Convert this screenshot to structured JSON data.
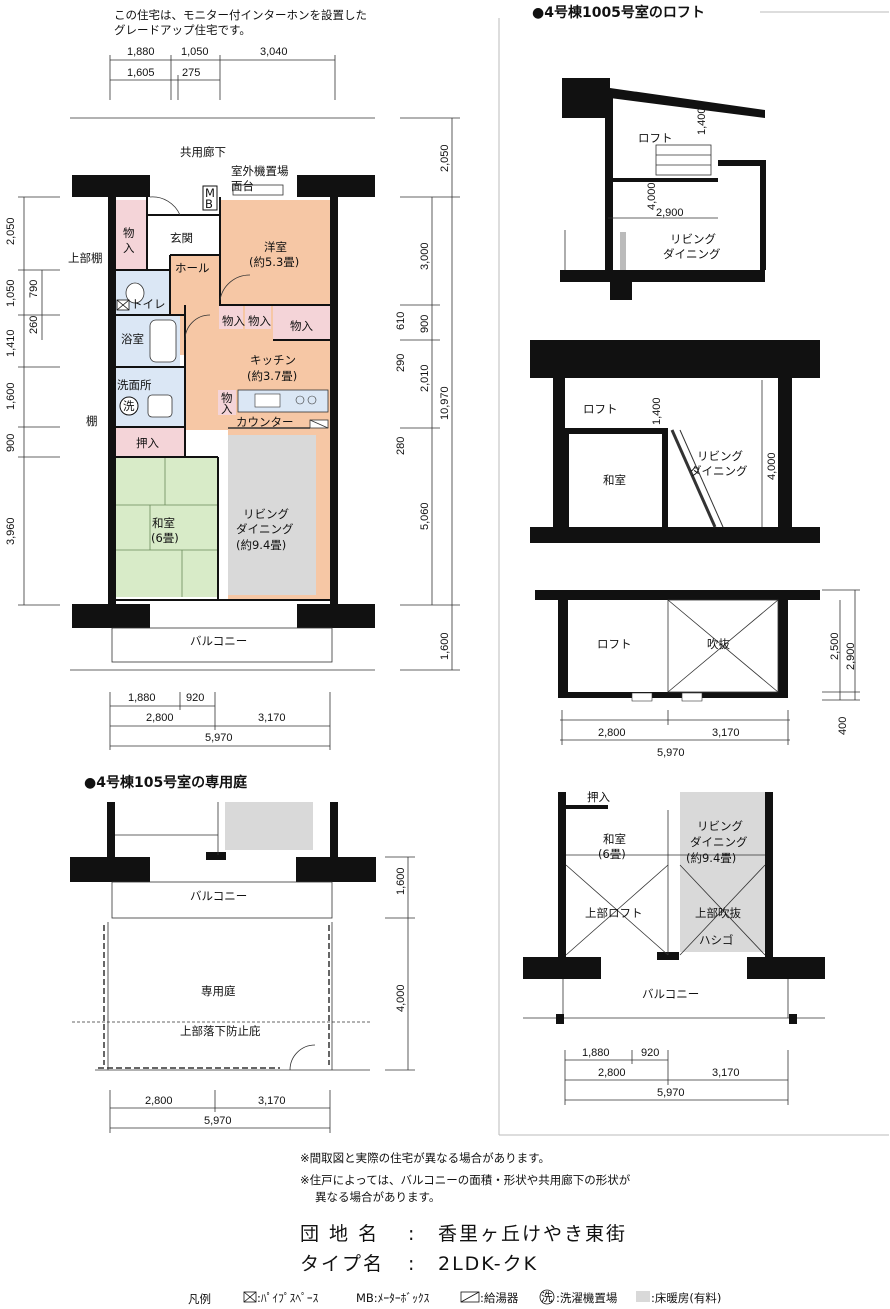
{
  "intro_note": [
    "この住宅は、モニター付インターホンを設置した",
    "グレードアップ住宅です。"
  ],
  "main_plan": {
    "corridor": "共用廊下",
    "outdoor_unit": "室外機置場",
    "washbasin": "面台",
    "meter_box": [
      "M",
      "B"
    ],
    "storage": "物入",
    "entrance": "玄関",
    "western_room": [
      "洋室",
      "(約5.3畳)"
    ],
    "hall": "ホール",
    "upper_shelf": "上部棚",
    "toilet": "トイレ",
    "bath": "浴室",
    "washroom": "洗面所",
    "wash": "洗",
    "kitchen": [
      "キッチン",
      "(約3.7畳)"
    ],
    "counter": "カウンター",
    "shelf": "棚",
    "oshiire": "押入",
    "japanese_room": [
      "和室",
      "(6畳)"
    ],
    "living": [
      "リビング",
      "ダイニング",
      "(約9.4畳)"
    ],
    "balcony": "バルコニー",
    "top_dims": [
      "1,880",
      "1,050",
      "3,040",
      "1,605",
      "275"
    ],
    "bottom_dims": [
      "1,880",
      "920",
      "2,800",
      "3,170",
      "5,970"
    ],
    "left_dims": [
      "2,050",
      "1,050",
      "1,410",
      "1,600",
      "900",
      "3,960",
      "790",
      "260"
    ],
    "right_dims": [
      "2,050",
      "3,000",
      "900",
      "610",
      "290",
      "2,010",
      "10,970",
      "280",
      "5,060",
      "1,600"
    ]
  },
  "loft_section": {
    "title": "●4号棟1005号室のロフト",
    "loft": "ロフト",
    "living": [
      "リビング",
      "ダイニング"
    ],
    "japanese_room": "和室",
    "void": "吹抜",
    "dims": [
      "1,400",
      "4,000",
      "2,900",
      "1,400",
      "4,000",
      "2,500",
      "2,900",
      "400",
      "2,800",
      "3,170",
      "5,970",
      "1,880",
      "920",
      "2,800",
      "3,170",
      "5,970"
    ],
    "plan_labels": {
      "oshiire": "押入",
      "japanese_room": [
        "和室",
        "(6畳)"
      ],
      "living": [
        "リビング",
        "ダイニング",
        "(約9.4畳)"
      ],
      "upper_loft": "上部ロフト",
      "upper_void": "上部吹抜",
      "ladder": "ハシゴ",
      "balcony": "バルコニー"
    }
  },
  "garden_section": {
    "title": "●4号棟105号室の専用庭",
    "balcony": "バルコニー",
    "garden": "専用庭",
    "fall_protection": "上部落下防止庇",
    "dims": [
      "1,600",
      "4,000",
      "2,800",
      "3,170",
      "5,970"
    ]
  },
  "notes": [
    "※間取図と実際の住宅が異なる場合があります。",
    "※住戸によっては、バルコニーの面積・形状や共用廊下の形状が",
    "異なる場合があります。"
  ],
  "estate_label": "団 地 名",
  "estate_value": "香里ヶ丘けやき東街",
  "type_label": "タイプ名",
  "type_value": "2LDK-クK",
  "sep": ":",
  "legend": {
    "title": "凡例",
    "pipe_space": ":ﾊﾟｲﾌﾟｽﾍﾟｰｽ",
    "mb": "MB:ﾒｰﾀｰﾎﾞｯｸｽ",
    "water_heater": ":給湯器",
    "wash_sym": "洗",
    "washer": ":洗濯機置場",
    "floor_heating": ":床暖房(有料)"
  },
  "colors": {
    "western": "#f6c7a5",
    "tatami": "#d8ebc8",
    "storage_pink": "#f4d4d8",
    "wet_blue": "#dbe7f5",
    "heating_gray": "#d9d9d9",
    "wall": "#111111"
  }
}
